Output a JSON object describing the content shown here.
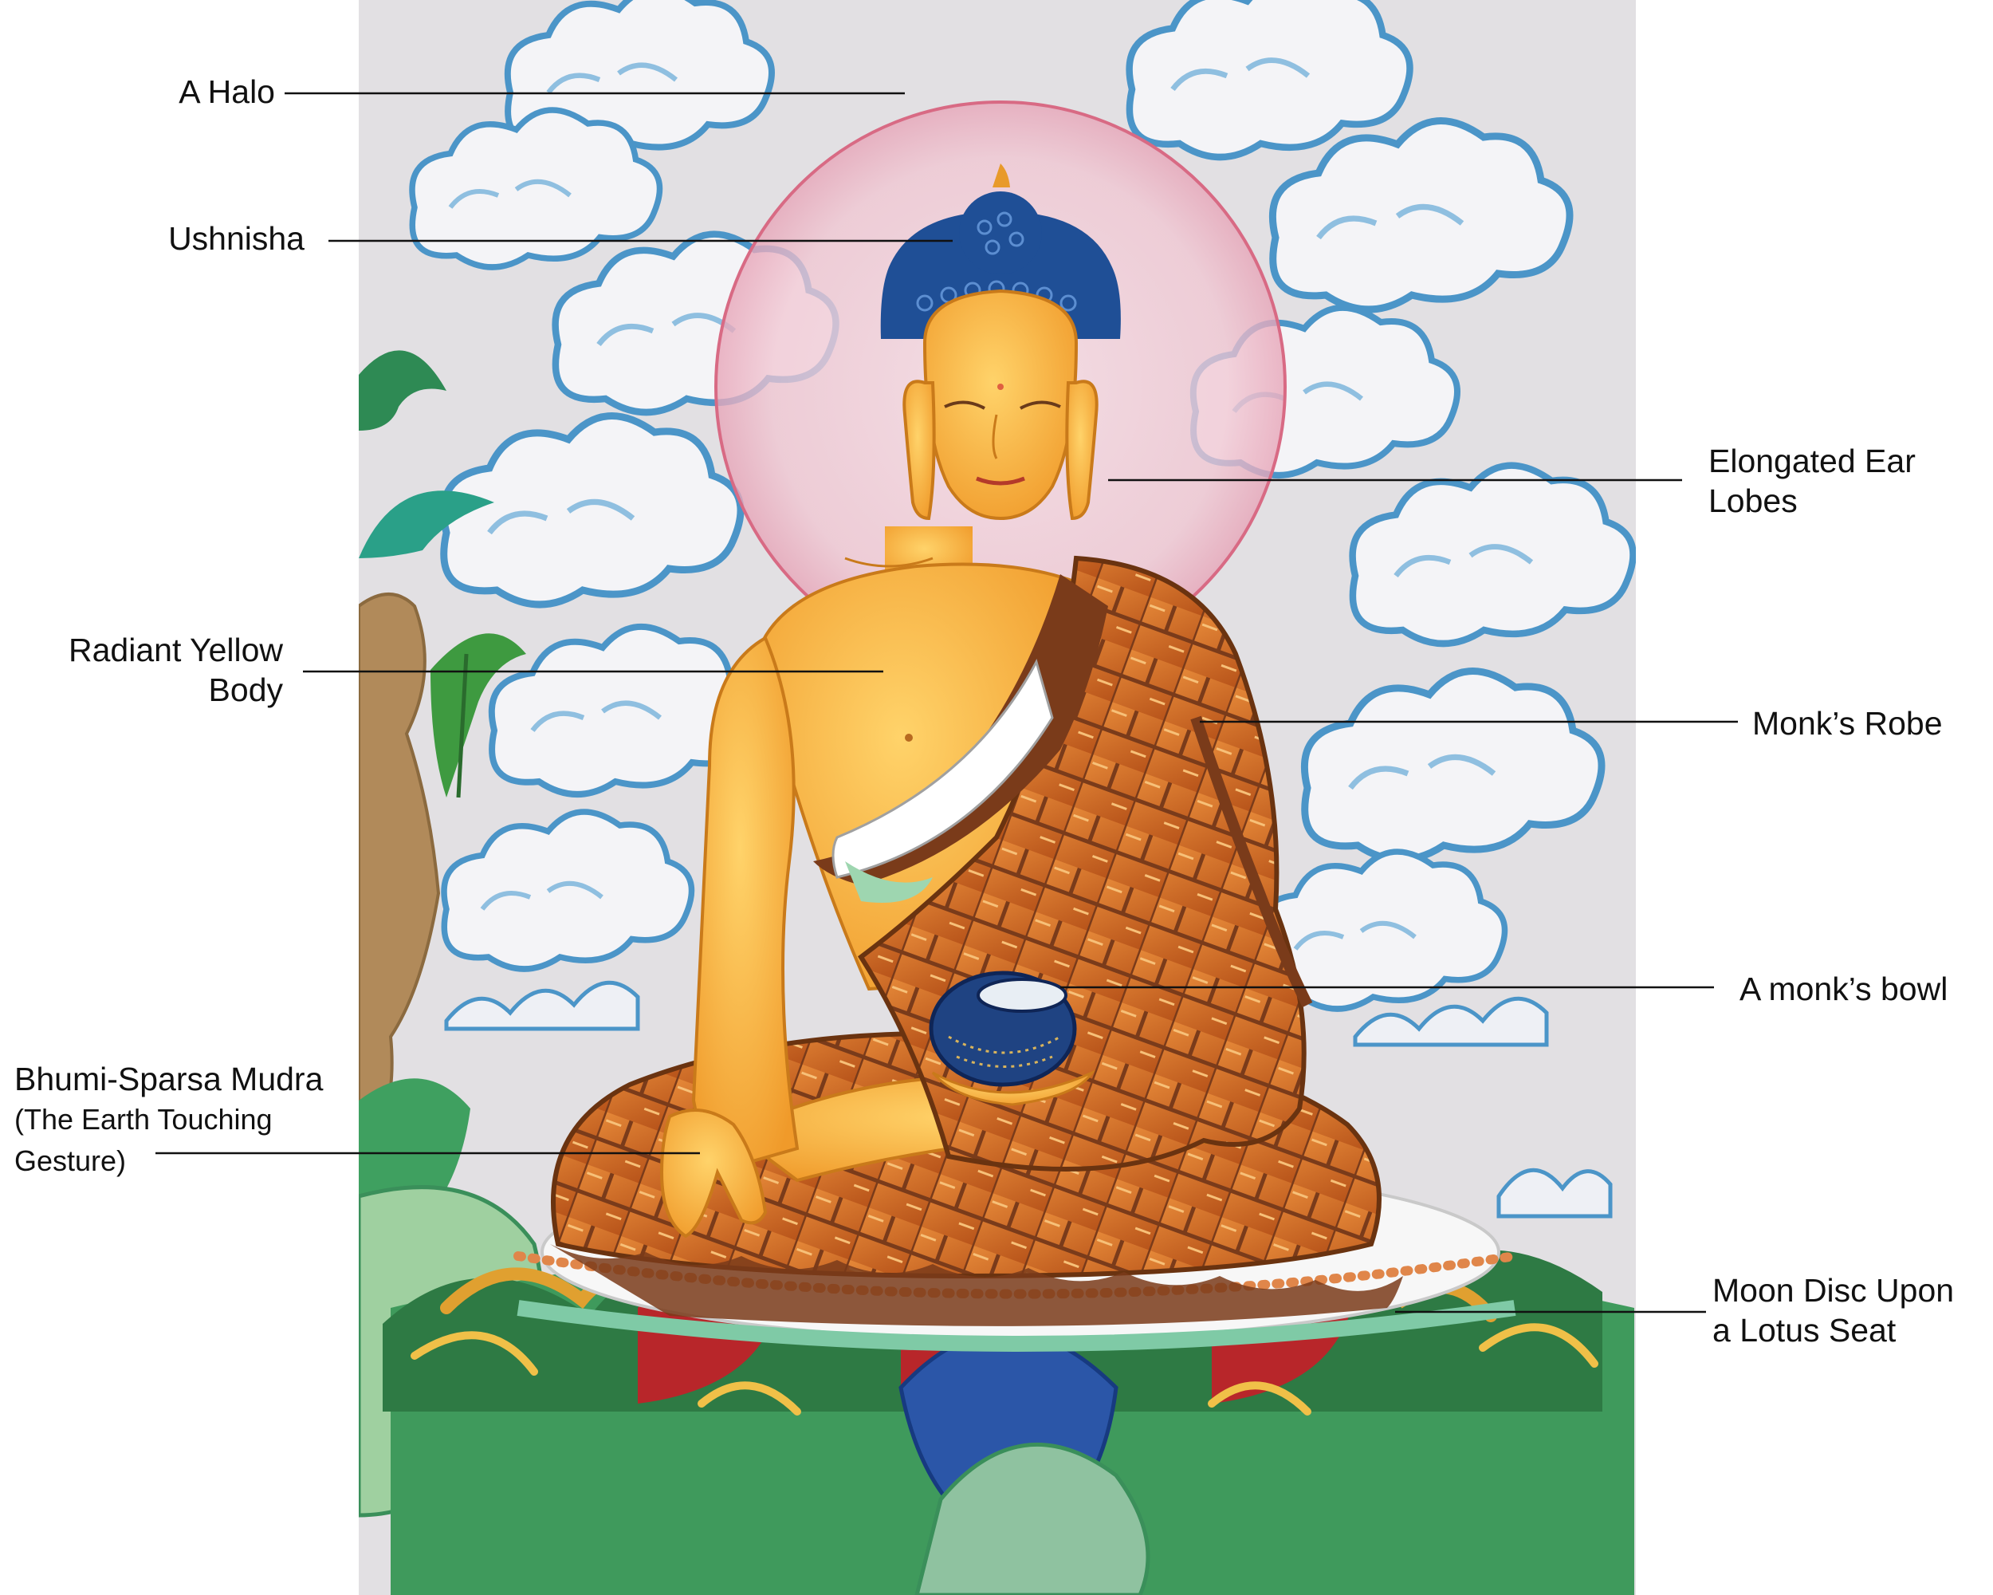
{
  "labels": {
    "halo": "A Halo",
    "ushnisha": "Ushnisha",
    "ear_lobes_1": "Elongated Ear",
    "ear_lobes_2": "Lobes",
    "body_1": "Radiant Yellow",
    "body_2": "Body",
    "robe": "Monk’s Robe",
    "bowl": "A monk’s bowl",
    "mudra_1": "Bhumi-Sparsa Mudra",
    "mudra_2": "(The Earth Touching",
    "mudra_3": "Gesture)",
    "seat_1": "Moon Disc Upon",
    "seat_2": "a Lotus Seat"
  },
  "colors": {
    "background": "#ffffff",
    "sky": "#e4e2e4",
    "cloud_outline": "#3f8fc4",
    "halo": "#d85a7a",
    "hair": "#1f4f96",
    "skin": "#f3a93b",
    "robe": "#c9651f",
    "robe_pattern": "#7a3b1a",
    "bowl": "#1f4382",
    "lotus_red": "#b8262a",
    "lotus_gold": "#e0a030",
    "lotus_blue": "#2b56a8",
    "leaf_green": "#3f9a5c",
    "moon_disc": "#f7f7f7"
  }
}
